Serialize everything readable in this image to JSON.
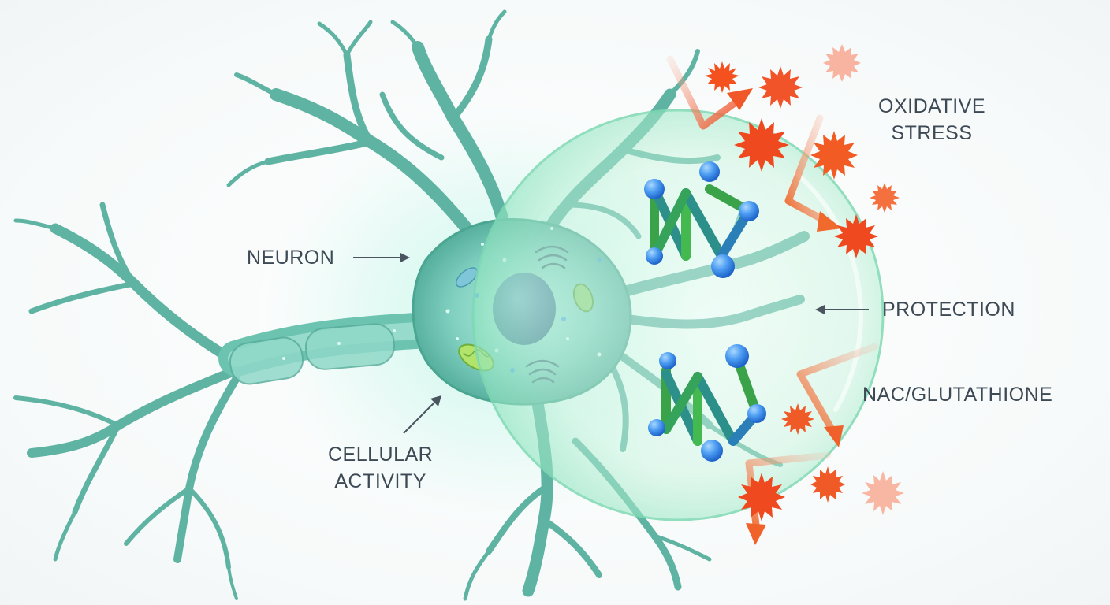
{
  "labels": {
    "neuron": "NEURON",
    "cellular_activity": [
      "CELLULAR",
      "ACTIVITY"
    ],
    "oxidative_stress": [
      "OXIDATIVE",
      "STRESS"
    ],
    "protection": "PROTECTION",
    "nac_glutathione": "NAC/GLUTATHIONE"
  },
  "colors": {
    "neuron_body": "#5fb8a6",
    "neuron_dark": "#3f9a8c",
    "shield": "#9fe7c8",
    "antioxidant_node": "#3b8ff0",
    "antioxidant_bond": "#37b24d",
    "free_radical": "#f0522b",
    "stress_arrow": "#f26b3a",
    "label_text": "#3d4a55"
  },
  "icons": {
    "free_radicals": "starburst-icon",
    "antioxidants": "molecule-icon",
    "mitochondria": "mitochondria-icon"
  }
}
